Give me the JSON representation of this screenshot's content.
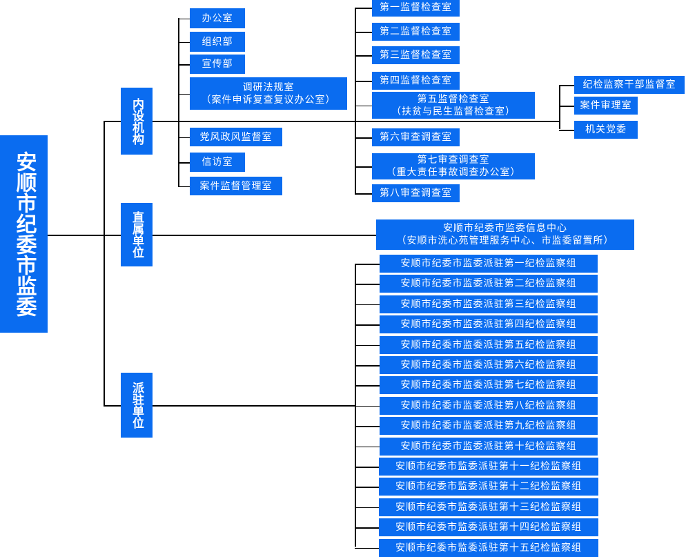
{
  "root": "安顺市纪委市监委",
  "internal": {
    "label": "内设机构",
    "offices": [
      {
        "line1": "办公室"
      },
      {
        "line1": "组织部"
      },
      {
        "line1": "宣传部"
      },
      {
        "line1": "调研法规室",
        "line2": "（案件申诉复查复议办公室）"
      },
      {
        "line1": "党风政风监督室"
      },
      {
        "line1": "信访室"
      },
      {
        "line1": "案件监督管理室"
      }
    ],
    "inspection_rooms": [
      {
        "line1": "第一监督检查室"
      },
      {
        "line1": "第二监督检查室"
      },
      {
        "line1": "第三监督检查室"
      },
      {
        "line1": "第四监督检查室"
      },
      {
        "line1": "第五监督检查室",
        "line2": "（扶贫与民生监督检查室）"
      },
      {
        "line1": "第六审查调查室"
      },
      {
        "line1": "第七审查调查室",
        "line2": "（重大责任事故调查办公室）"
      },
      {
        "line1": "第八审查调查室"
      }
    ],
    "other_rooms": [
      {
        "line1": "纪检监察干部监督室"
      },
      {
        "line1": "案件审理室"
      },
      {
        "line1": "机关党委"
      }
    ]
  },
  "direct": {
    "label": "直属单位",
    "units": [
      {
        "line1": "安顺市纪委市监委信息中心",
        "line2": "（安顺市洗心苑管理服务中心、市监委留置所）"
      }
    ]
  },
  "stationed": {
    "label": "派驻单位",
    "groups": [
      "安顺市纪委市监委派驻第一纪检监察组",
      "安顺市纪委市监委派驻第二纪检监察组",
      "安顺市纪委市监委派驻第三纪检监察组",
      "安顺市纪委市监委派驻第四纪检监察组",
      "安顺市纪委市监委派驻第五纪检监察组",
      "安顺市纪委市监委派驻第六纪检监察组",
      "安顺市纪委市监委派驻第七纪检监察组",
      "安顺市纪委市监委派驻第八纪检监察组",
      "安顺市纪委市监委派驻第九纪检监察组",
      "安顺市纪委市监委派驻第十纪检监察组",
      "安顺市纪委市监委派驻第十一纪检监察组",
      "安顺市纪委市监委派驻第十二纪检监察组",
      "安顺市纪委市监委派驻第十三纪检监察组",
      "安顺市纪委市监委派驻第十四纪检监察组",
      "安顺市纪委市监委派驻第十五纪检监察组"
    ]
  }
}
